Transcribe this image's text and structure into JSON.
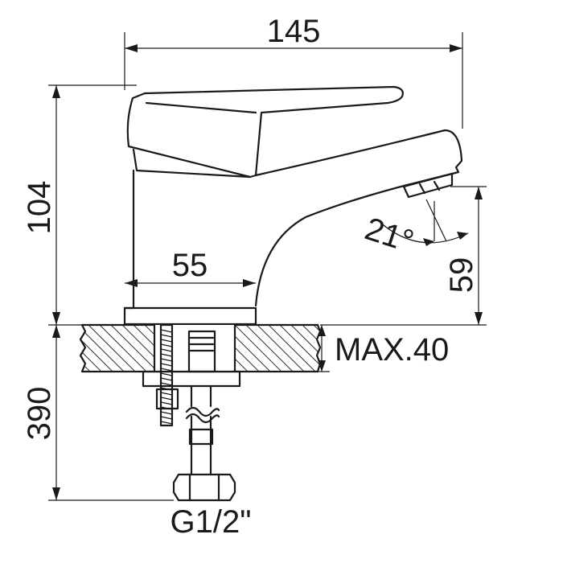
{
  "dimensions": {
    "overall_width": "145",
    "overall_height": "104",
    "spout_height": "59",
    "body_width": "55",
    "max_counter_thickness": "MAX.40",
    "hose_length": "390",
    "spout_angle": "21°",
    "thread_size": "G1/2\""
  },
  "colors": {
    "stroke": "#1a1a1a",
    "background": "#ffffff"
  }
}
